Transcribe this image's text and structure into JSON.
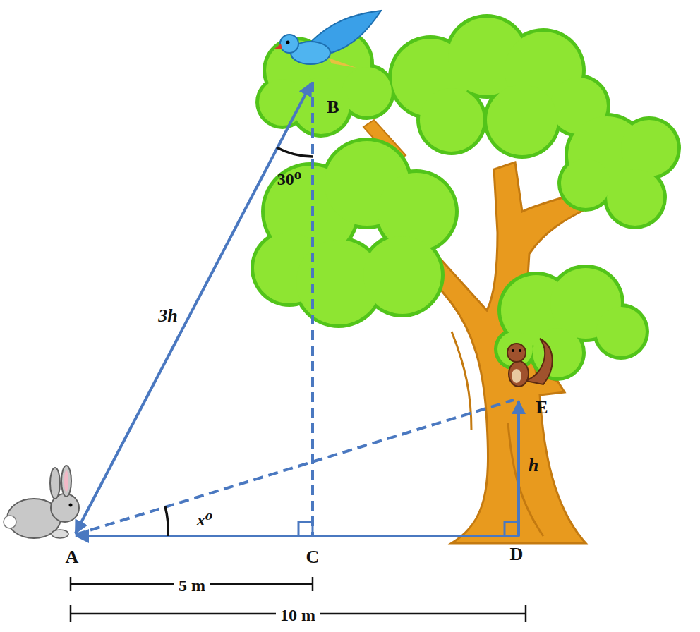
{
  "diagram": {
    "labels": [
      "B",
      "30⁰",
      "3h",
      "E",
      "h",
      "x⁰",
      "A",
      "C",
      "D",
      "5 m",
      "10 m"
    ]
  }
}
